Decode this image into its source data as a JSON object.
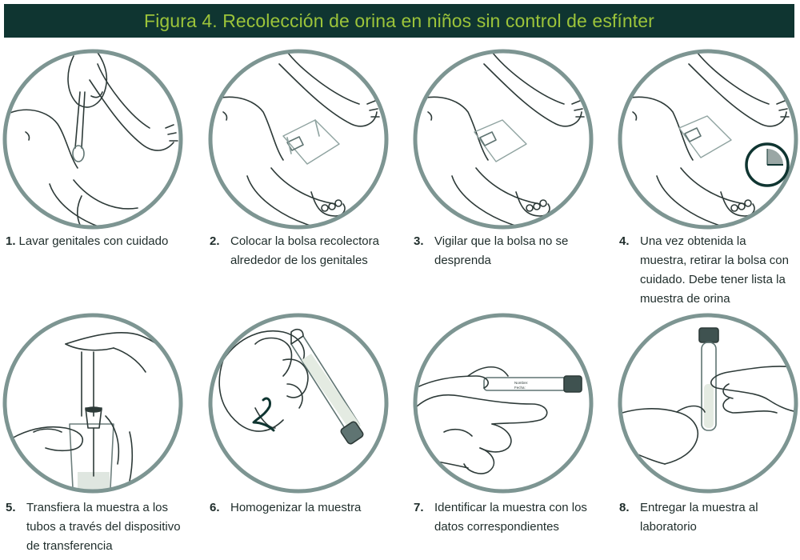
{
  "title": "Figura 4. Recolección de orina en niños sin control de esfínter",
  "colors": {
    "title_bg": "#0f3531",
    "title_text": "#9cc43a",
    "ring": "#7d9592",
    "line": "#2d3a38",
    "accent": "#5f7472"
  },
  "steps": [
    {
      "number": "1.",
      "text": "Lavar genitales con cuidado",
      "icon": "baby-washing-genitals-icon"
    },
    {
      "number": "2.",
      "text": "Colocar la bolsa recolectora alrededor de los genitales",
      "icon": "baby-collection-bag-icon"
    },
    {
      "number": "3.",
      "text": "Vigilar que la bolsa no se desprenda",
      "icon": "baby-bag-watch-icon"
    },
    {
      "number": "4.",
      "text": "Una vez obtenida la muestra, retirar la bolsa con cuidado. Debe tener lista la muestra de orina",
      "icon": "baby-bag-timer-icon"
    },
    {
      "number": "5.",
      "text": "Transfiera la muestra a los tubos a través del dispositivo de transferencia",
      "icon": "transfer-device-icon"
    },
    {
      "number": "6.",
      "text": "Homogenizar la muestra",
      "icon": "hand-tube-mix-icon"
    },
    {
      "number": "7.",
      "text": "Identificar la muestra con los datos correspondientes",
      "icon": "label-tube-icon"
    },
    {
      "number": "8.",
      "text": "Entregar la muestra al laboratorio",
      "icon": "handover-tube-icon"
    }
  ],
  "tube_label": {
    "line1": "Nombre:",
    "line2": "Fecha:"
  }
}
